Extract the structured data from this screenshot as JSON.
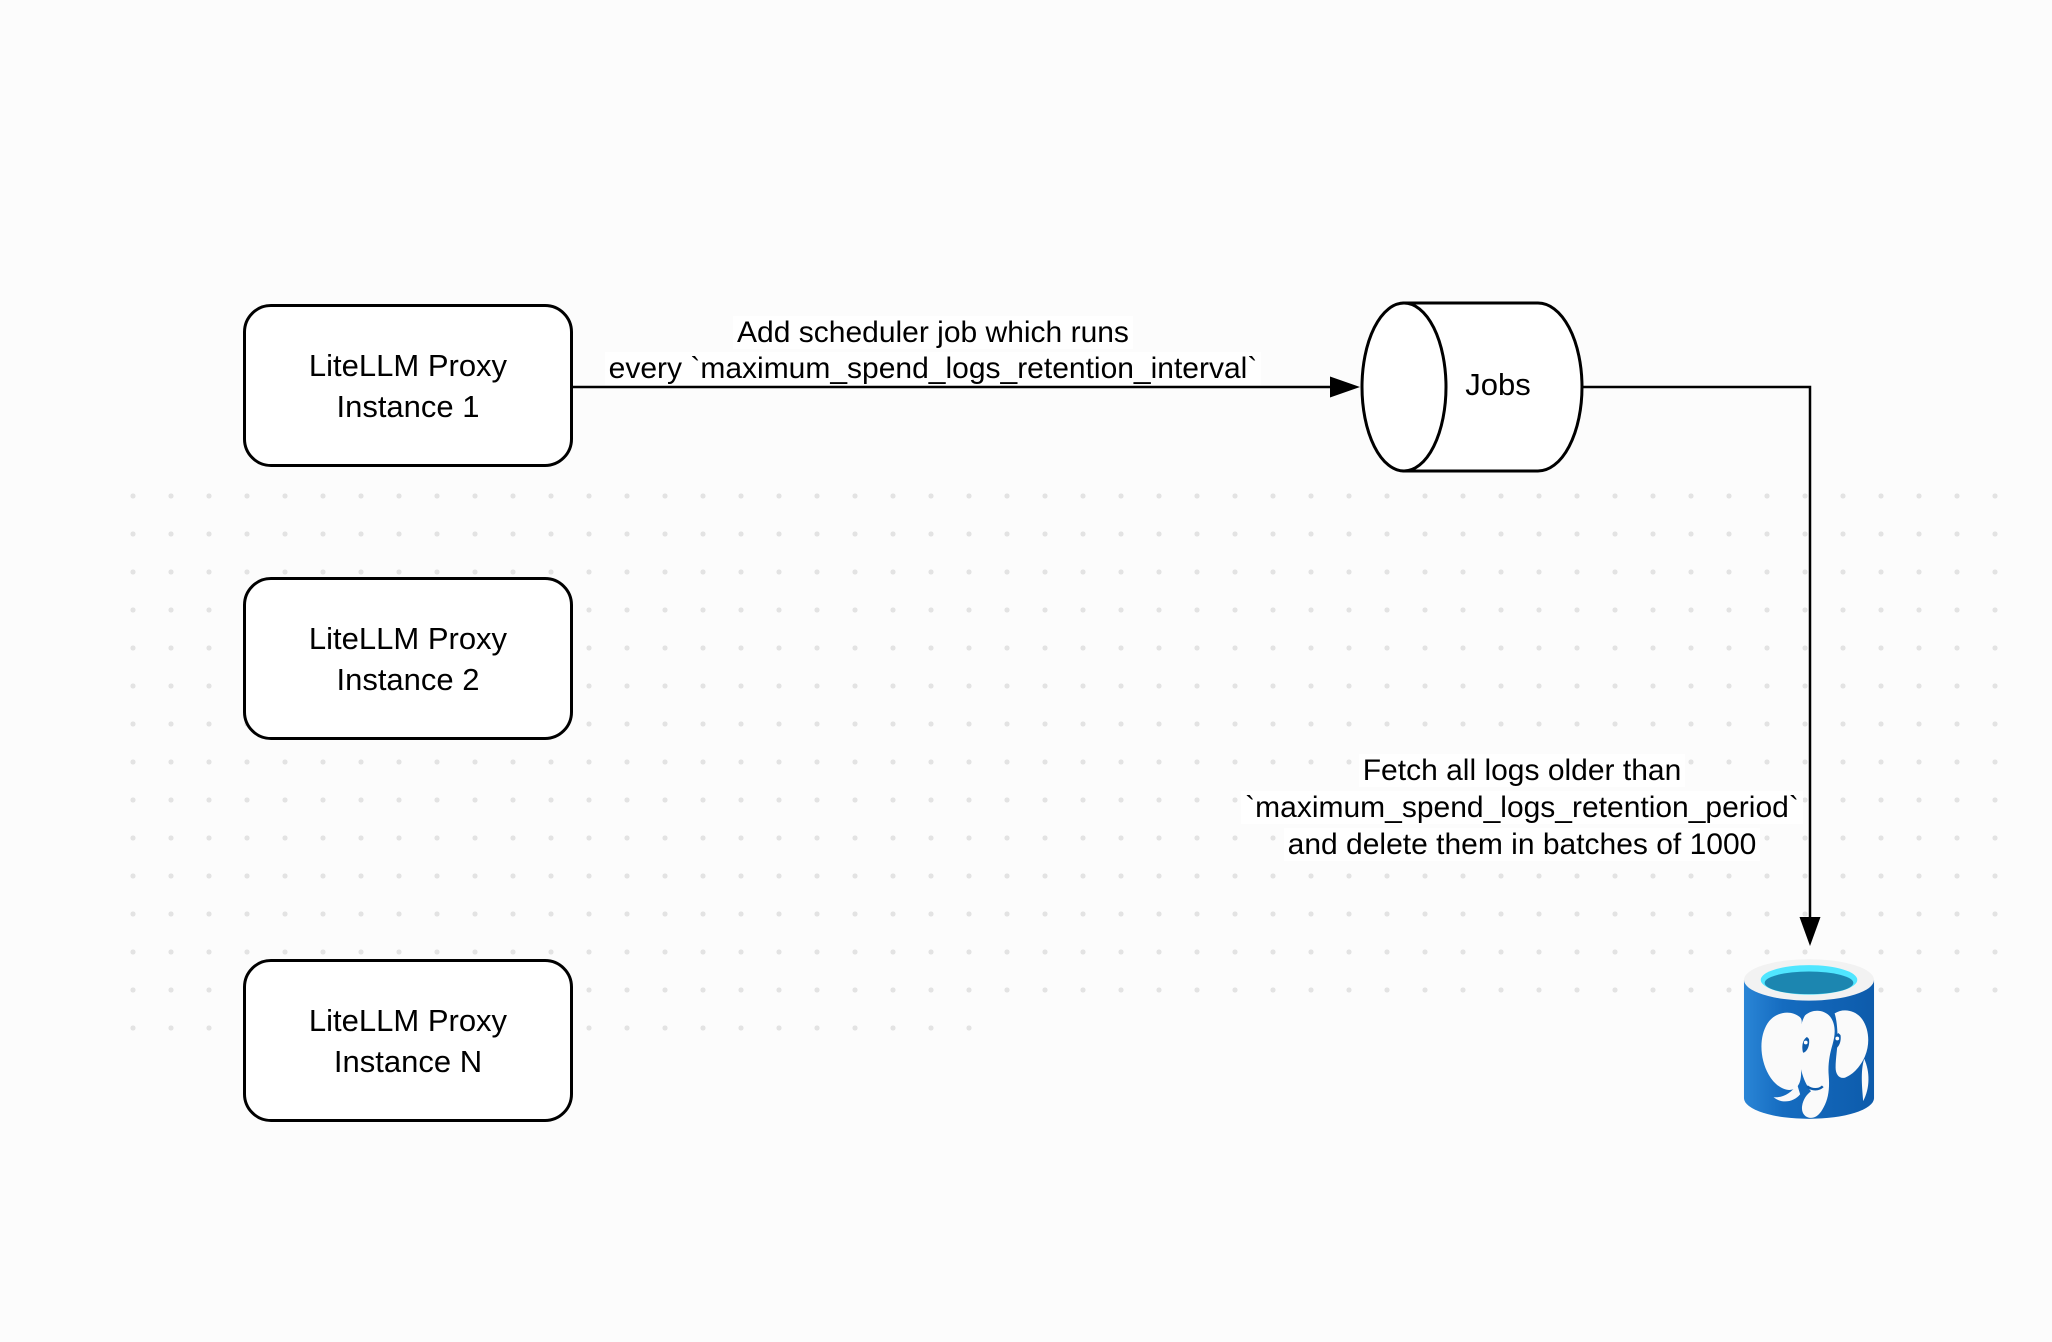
{
  "diagram": {
    "proxy_instances": [
      {
        "line1": "LiteLLM Proxy",
        "line2": "Instance 1"
      },
      {
        "line1": "LiteLLM Proxy",
        "line2": "Instance 2"
      },
      {
        "line1": "LiteLLM Proxy",
        "line2": "Instance N"
      }
    ],
    "queue": {
      "label": "Jobs"
    },
    "database": {
      "icon": "postgresql-database-icon"
    },
    "edge_scheduler": {
      "line1": "Add scheduler job which runs",
      "line2": "every `maximum_spend_logs_retention_interval`"
    },
    "edge_fetch": {
      "line1": "Fetch all logs older than",
      "line2": "`maximum_spend_logs_retention_period`",
      "line3": "and delete them in batches of 1000"
    }
  },
  "colors": {
    "canvas_bg": "#fcfcfc",
    "grid_dot": "#e3e3e3",
    "shape_stroke": "#000000",
    "shape_fill": "#ffffff",
    "pg_body_light": "#2a85d6",
    "pg_body_mid": "#156cc0",
    "pg_body_dark": "#0d5bab",
    "pg_rim": "#f2f2f2",
    "pg_water_cyan": "#50e6ff",
    "pg_water_deep": "#1c86b0",
    "pg_elephant": "#fafafa"
  }
}
